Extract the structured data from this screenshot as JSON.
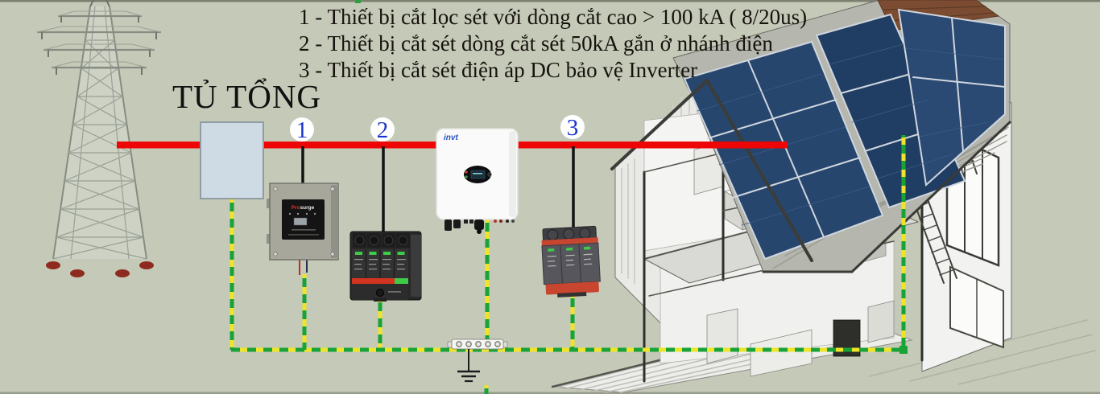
{
  "diagram_title_lines": [
    "1 - Thiết bị cắt lọc sét với dòng cắt cao > 100 kA ( 8/20us)",
    "2 - Thiết bị cắt sét dòng cắt sét 50kA gắn ở nhánh điện",
    "3 - Thiết bị cắt sét điện áp DC bảo vệ Inverter"
  ],
  "cabinet_label": "TỦ TỔNG",
  "markers": {
    "m1": "1",
    "m2": "2",
    "m3": "3"
  },
  "inverter": {
    "brand": "invt"
  },
  "spd_main": {
    "brand_prefix": "Pro",
    "brand_suffix": "surge"
  },
  "colors": {
    "background": "#c5cab8",
    "power_line": "#ee0606",
    "ground_wire_green": "#18a238",
    "ground_wire_yellow": "#f0e428",
    "marker_number": "#1733cc",
    "solar_panel": "#26466e"
  }
}
